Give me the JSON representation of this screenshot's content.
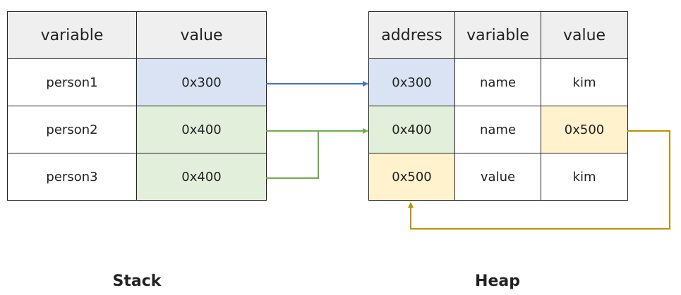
{
  "stack": {
    "caption": "Stack",
    "headers": [
      "variable",
      "value"
    ],
    "rows": [
      {
        "variable": "person1",
        "value": "0x300",
        "value_color": "blue"
      },
      {
        "variable": "person2",
        "value": "0x400",
        "value_color": "green"
      },
      {
        "variable": "person3",
        "value": "0x400",
        "value_color": "green"
      }
    ]
  },
  "heap": {
    "caption": "Heap",
    "headers": [
      "address",
      "variable",
      "value"
    ],
    "rows": [
      {
        "address": "0x300",
        "variable": "name",
        "value": "kim",
        "address_color": "blue"
      },
      {
        "address": "0x400",
        "variable": "name",
        "value": "0x500",
        "address_color": "green",
        "value_color": "yellow"
      },
      {
        "address": "0x500",
        "variable": "value",
        "value": "kim",
        "address_color": "yellow"
      }
    ]
  },
  "colors": {
    "blue_fill": "#dae3f3",
    "green_fill": "#e2efda",
    "yellow_fill": "#fff2cc",
    "blue_arrow": "#4472c4",
    "green_arrow": "#70ad47",
    "yellow_arrow": "#bf9000"
  },
  "references": [
    {
      "from": "stack person1 value",
      "to": "heap 0x300",
      "color": "blue"
    },
    {
      "from": "stack person2 value",
      "to": "heap 0x400",
      "color": "green"
    },
    {
      "from": "stack person3 value",
      "to": "heap 0x400",
      "color": "green"
    },
    {
      "from": "heap 0x400 value",
      "to": "heap 0x500",
      "color": "yellow"
    }
  ]
}
